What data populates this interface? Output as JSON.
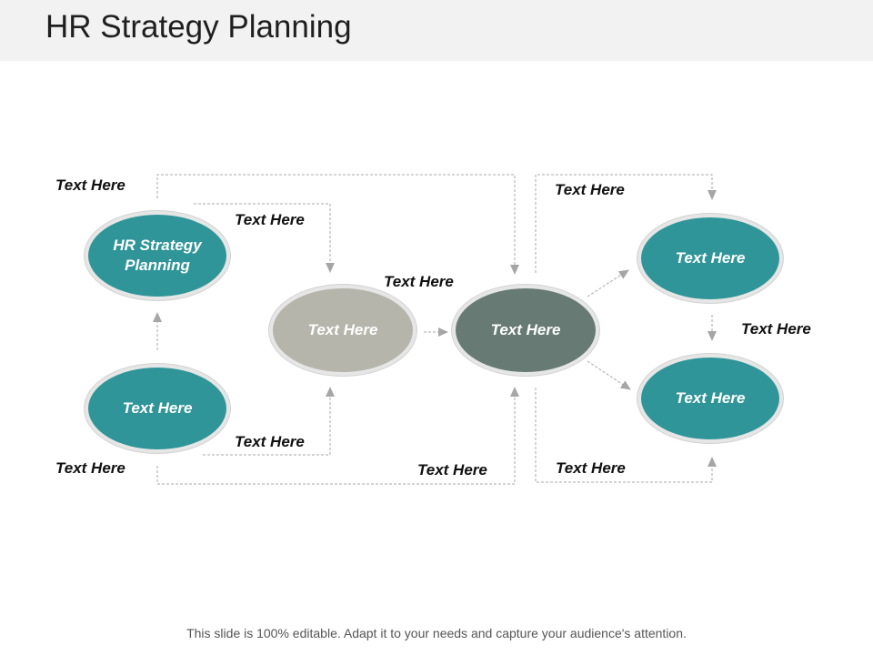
{
  "slide": {
    "title": "HR Strategy Planning",
    "footer": "This slide is 100% editable. Adapt it to your needs and capture your audience's attention."
  },
  "colors": {
    "teal": "#2f9598",
    "gray_light": "#b5b5ab",
    "gray_dark": "#677a74",
    "connector": "#a0a0a0"
  },
  "nodes": {
    "hr": "HR Strategy Planning",
    "bottom_left": "Text Here",
    "center_left": "Text Here",
    "center_right": "Text Here",
    "top_right": "Text Here",
    "bottom_right": "Text Here"
  },
  "labels": {
    "top_left": "Text Here",
    "mid_top": "Text Here",
    "center_top": "Text Here",
    "top_right": "Text Here",
    "right_mid": "Text Here",
    "bottom_left": "Text Here",
    "mid_bottom": "Text Here",
    "center_bottom": "Text Here",
    "bottom_right": "Text Here"
  }
}
